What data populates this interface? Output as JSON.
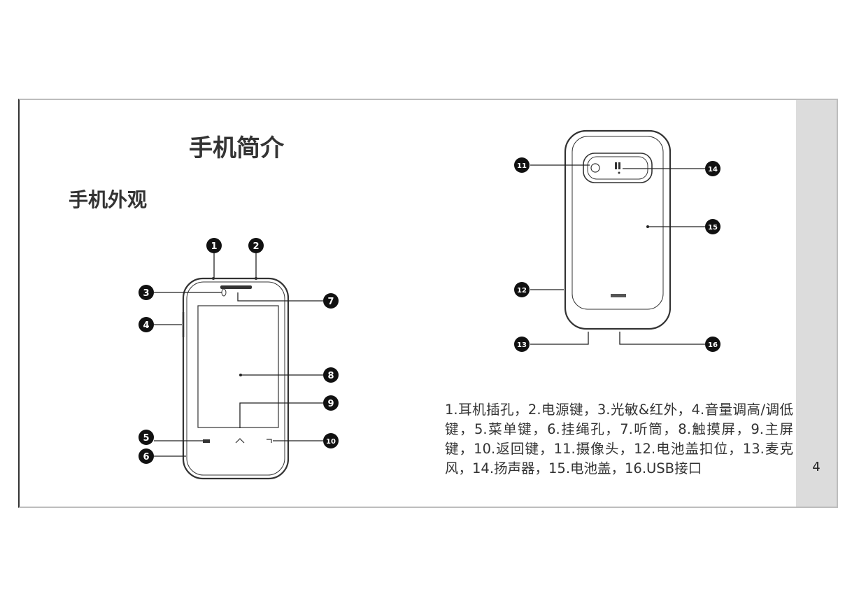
{
  "page": {
    "title": "手机简介",
    "subtitle": "手机外观",
    "page_number": "4"
  },
  "description": "1.耳机插孔，2.电源键，3.光敏&红外，4.音量调高/调低键，5.菜单键，6.挂绳孔，7.听筒，8.触摸屏，9.主屏键，10.返回键，11.摄像头，12.电池盖扣位，13.麦克风，14.扬声器，15.电池盖，16.USB接口",
  "callouts": [
    "1",
    "2",
    "3",
    "4",
    "5",
    "6",
    "7",
    "8",
    "9",
    "10",
    "11",
    "12",
    "13",
    "14",
    "15",
    "16"
  ]
}
